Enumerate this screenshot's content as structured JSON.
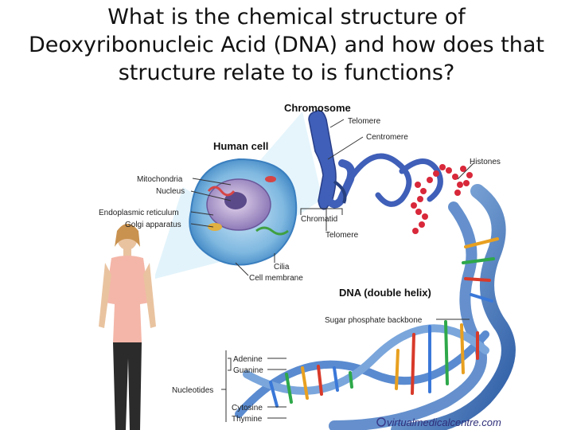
{
  "title_lines": [
    "What is the chemical structure of",
    "Deoxyribonucleic Acid (DNA) and how does that",
    "structure relate to is functions?"
  ],
  "diagram": {
    "headers": {
      "chromosome": "Chromosome",
      "human_cell": "Human cell",
      "dna": "DNA (double helix)"
    },
    "labels": {
      "telomere_top": "Telomere",
      "centromere": "Centromere",
      "histones": "Histones",
      "mitochondria": "Mitochondria",
      "nucleus": "Nucleus",
      "endoplasmic_reticulum": "Endoplasmic reticulum",
      "golgi_apparatus": "Golgi apparatus",
      "chromatid": "Chromatid",
      "telomere_bottom": "Telomere",
      "cilia": "Cilia",
      "cell_membrane": "Cell membrane",
      "sugar_phosphate_backbone": "Sugar phosphate backbone",
      "adenine": "Adenine",
      "guanine": "Guanine",
      "nucleotides": "Nucleotides",
      "cytosine": "Cytosine",
      "thymine": "Thymine"
    },
    "watermark": "virtualmedicalcentre.com",
    "colors": {
      "adenine": "#3a78d8",
      "guanine": "#2ea84a",
      "cytosine": "#e8a020",
      "thymine": "#d83a2a",
      "helix": "#2f5fa8",
      "histone": "#d8283a"
    }
  }
}
